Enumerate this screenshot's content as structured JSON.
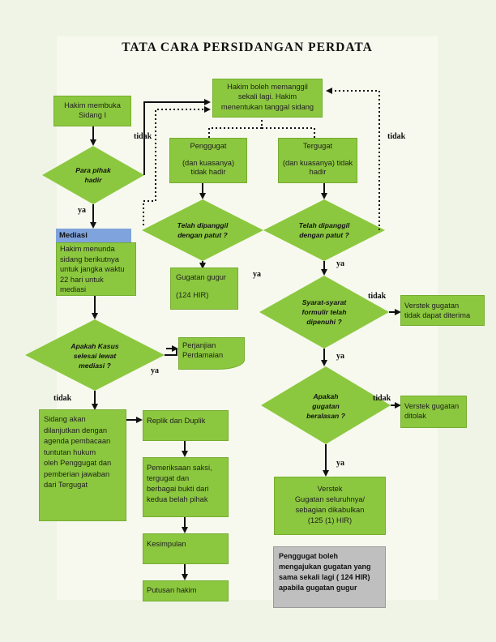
{
  "title": "TATA CARA PERSIDANGAN PERDATA",
  "nodes": {
    "hakim_membuka": "Hakim membuka\nSidang I",
    "hakim_memanggil": "Hakim boleh memanggil\nsekali lagi. Hakim\nmenentukan tanggal sidang",
    "penggugat": "Penggugat\n\n(dan kuasanya)\ntidak hadir",
    "tergugat": "Tergugat\n\n(dan kuasanya) tidak\nhadir",
    "para_pihak": "Para pihak\nhadir",
    "dipanggil_1": "Telah dipanggil\ndengan patut ?",
    "dipanggil_2": "Telah dipanggil\ndengan patut ?",
    "mediasi_head": "Mediasi",
    "mediasi_body": "Hakim menunda\nsidang berikutnya\nuntuk jangka waktu\n22 hari untuk\nmediasi",
    "gugatan_gugur": "Gugatan gugur\n\n(124 HIR)",
    "syarat": "Syarat-syarat\nformulir telah\ndipenuhi ?",
    "verstek_tidak_diterima": "Verstek gugatan\ntidak dapat diterima",
    "kasus_selesai": "Apakah Kasus\nselesai lewat\nmediasi ?",
    "perjanjian": "Perjanjian\nPerdamaian",
    "gugatan_beralasan": "Apakah\ngugatan\nberalasan ?",
    "verstek_ditolak": "Verstek gugatan\nditolak",
    "sidang_lanjut": "Sidang akan\ndilanjutkan dengan\nagenda pembacaan\ntuntutan hukum\noleh Penggugat dan\npemberian jawaban\ndari Tergugat",
    "replik": "Replik dan Duplik",
    "pemeriksaan": "Pemeriksaan saksi,\ntergugat dan\nberbagai bukti dari\nkedua belah pihak",
    "verstek_dikabulkan": "Verstek\nGugatan seluruhnya/\nsebagian dikabulkan\n(125 (1) HIR)",
    "kesimpulan": "Kesimpulan",
    "putusan": "Putusan hakim",
    "catatan": "Penggugat boleh\nmengajukan gugatan yang\nsama sekali lagi ( 124 HIR)\napabila gugatan gugur"
  },
  "labels": {
    "tidak": "tidak",
    "ya": "ya"
  },
  "colors": {
    "box": "#8cc83f",
    "mediasi": "#7fa3dc",
    "note": "#bfbfbf"
  }
}
